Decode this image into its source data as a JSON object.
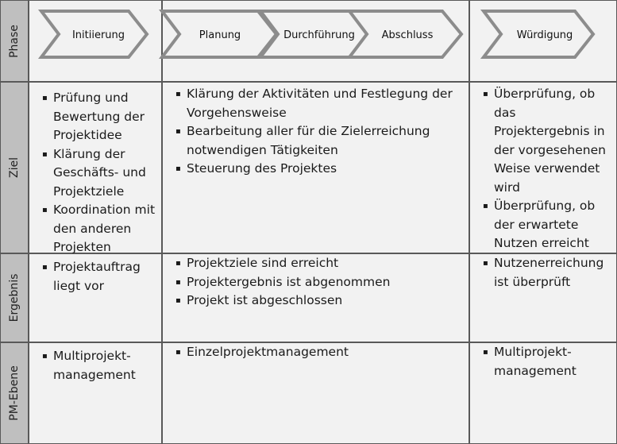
{
  "rows": {
    "phase": "Phase",
    "ziel": "Ziel",
    "ergebnis": "Ergebnis",
    "pm_ebene": "PM-Ebene"
  },
  "phases": {
    "initiierung": "Initiierung",
    "planung": "Planung",
    "durchfuehrung": "Durchführung",
    "abschluss": "Abschluss",
    "wuerdigung": "Würdigung"
  },
  "ziel": {
    "col1": [
      "Prüfung und Bewertung der Projektidee",
      "Klärung der Geschäfts- und Projektziele",
      "Koordination mit den anderen Projekten"
    ],
    "col2": [
      "Klärung der Aktivitäten und Festlegung der Vorgehensweise",
      "Bearbeitung aller für die Zielerreichung notwendigen Tätigkeiten",
      "Steuerung des Projektes"
    ],
    "col3": [
      "Überprüfung, ob das Projektergebnis in der vorgesehenen Weise verwendet wird",
      "Überprüfung, ob der erwartete Nutzen erreicht wurde"
    ]
  },
  "ergebnis": {
    "col1": [
      "Projektauftrag liegt vor"
    ],
    "col2": [
      "Projektziele sind erreicht",
      "Projektergebnis ist abgenommen",
      "Projekt ist abgeschlossen"
    ],
    "col3": [
      "Nutzenerreichung ist überprüft"
    ]
  },
  "pm_ebene": {
    "col1": [
      "Multiprojekt-management"
    ],
    "col2": [
      "Einzelprojektmanagement"
    ],
    "col3": [
      "Multiprojekt-management"
    ]
  }
}
